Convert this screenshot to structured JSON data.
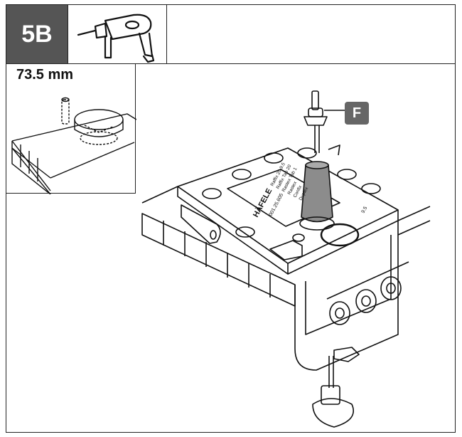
{
  "step": {
    "label": "5B"
  },
  "inset": {
    "measurement": "73.5 mm"
  },
  "callout": {
    "letter": "F"
  },
  "jig_text": {
    "brand": "HÄFELE",
    "part_no": "001.25.605",
    "lines": [
      "Raffix 20 9.5",
      "Raffix Tab 20",
      "Rastex Tab 1",
      "Rastex",
      "Confix",
      "Duplex"
    ],
    "right_mark": "9.5"
  },
  "icons": {
    "tool": "drill-icon"
  }
}
